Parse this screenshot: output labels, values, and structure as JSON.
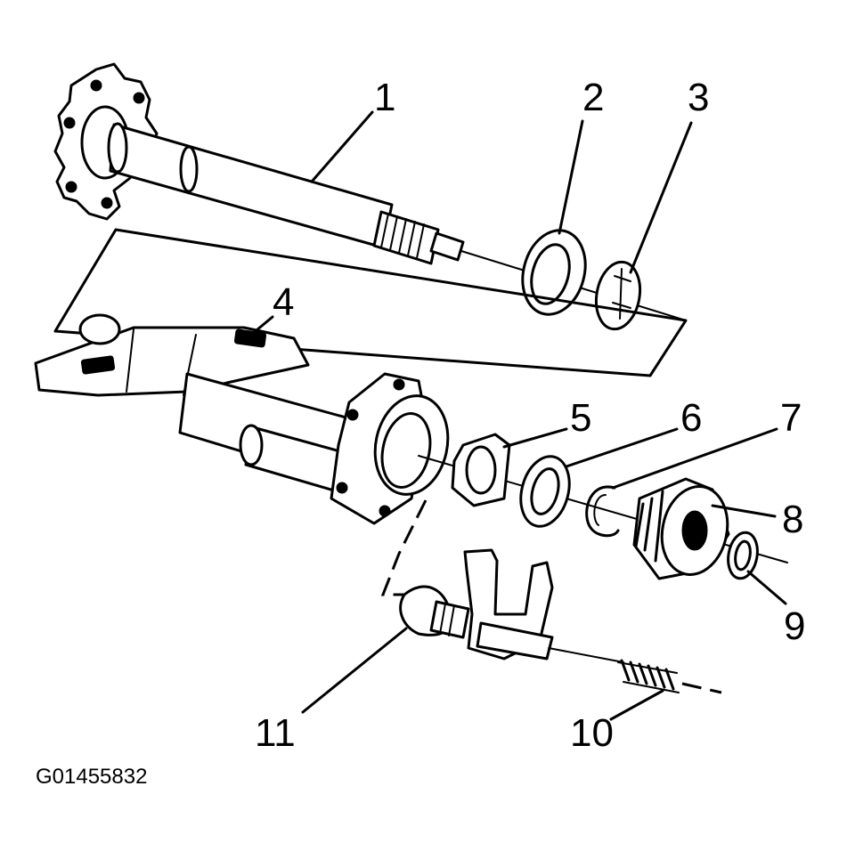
{
  "callouts": [
    {
      "id": "1",
      "label": "1"
    },
    {
      "id": "2",
      "label": "2"
    },
    {
      "id": "3",
      "label": "3"
    },
    {
      "id": "4",
      "label": "4"
    },
    {
      "id": "5",
      "label": "5"
    },
    {
      "id": "6",
      "label": "6"
    },
    {
      "id": "7",
      "label": "7"
    },
    {
      "id": "8",
      "label": "8"
    },
    {
      "id": "9",
      "label": "9"
    },
    {
      "id": "10",
      "label": "10"
    },
    {
      "id": "11",
      "label": "11"
    }
  ],
  "figure_ref": "G01455832",
  "colors": {
    "ink": "#000000",
    "paper": "#ffffff"
  }
}
